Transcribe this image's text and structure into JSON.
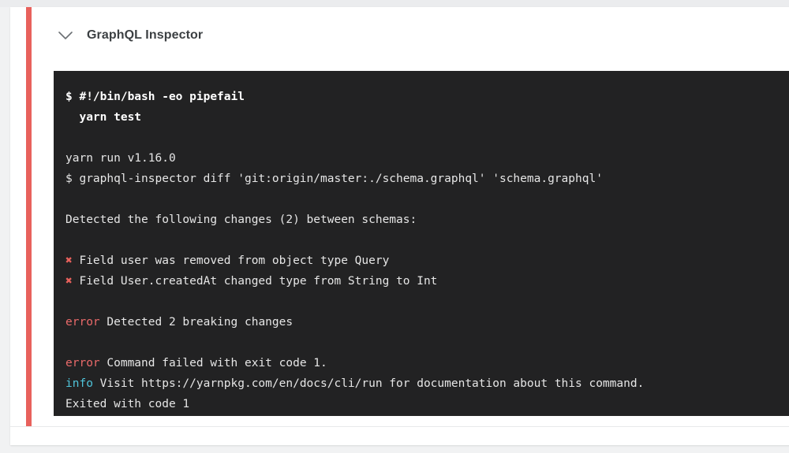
{
  "page": {
    "background_color": "#f1f2f3"
  },
  "card": {
    "status_color": "#e8615c",
    "background_color": "#ffffff"
  },
  "step_header": {
    "collapse_icon": "chevron-down-icon",
    "title": "GraphQL Inspector"
  },
  "terminal": {
    "background_color": "#222223",
    "text_color": "#e6e6e6",
    "error_color": "#ea6a6a",
    "info_color": "#4fc3d9",
    "cross_color": "#e8615c",
    "cross_glyph": "✖",
    "lines": [
      {
        "type": "command",
        "bold": true,
        "text": "$ #!/bin/bash -eo pipefail"
      },
      {
        "type": "command",
        "bold": true,
        "text": "  yarn test"
      },
      {
        "type": "blank",
        "text": ""
      },
      {
        "type": "output",
        "text": "yarn run v1.16.0"
      },
      {
        "type": "output",
        "text": "$ graphql-inspector diff 'git:origin/master:./schema.graphql' 'schema.graphql'"
      },
      {
        "type": "blank",
        "text": ""
      },
      {
        "type": "output",
        "text": "Detected the following changes (2) between schemas:"
      },
      {
        "type": "blank",
        "text": ""
      },
      {
        "type": "change",
        "marker": "✖",
        "text": "Field user was removed from object type Query"
      },
      {
        "type": "change",
        "marker": "✖",
        "text": "Field User.createdAt changed type from String to Int"
      },
      {
        "type": "blank",
        "text": ""
      },
      {
        "type": "error",
        "prefix": "error",
        "text": "Detected 2 breaking changes"
      },
      {
        "type": "blank",
        "text": ""
      },
      {
        "type": "error",
        "prefix": "error",
        "text": "Command failed with exit code 1."
      },
      {
        "type": "info",
        "prefix": "info",
        "text": "Visit https://yarnpkg.com/en/docs/cli/run for documentation about this command."
      },
      {
        "type": "output",
        "text": "Exited with code 1"
      }
    ]
  }
}
